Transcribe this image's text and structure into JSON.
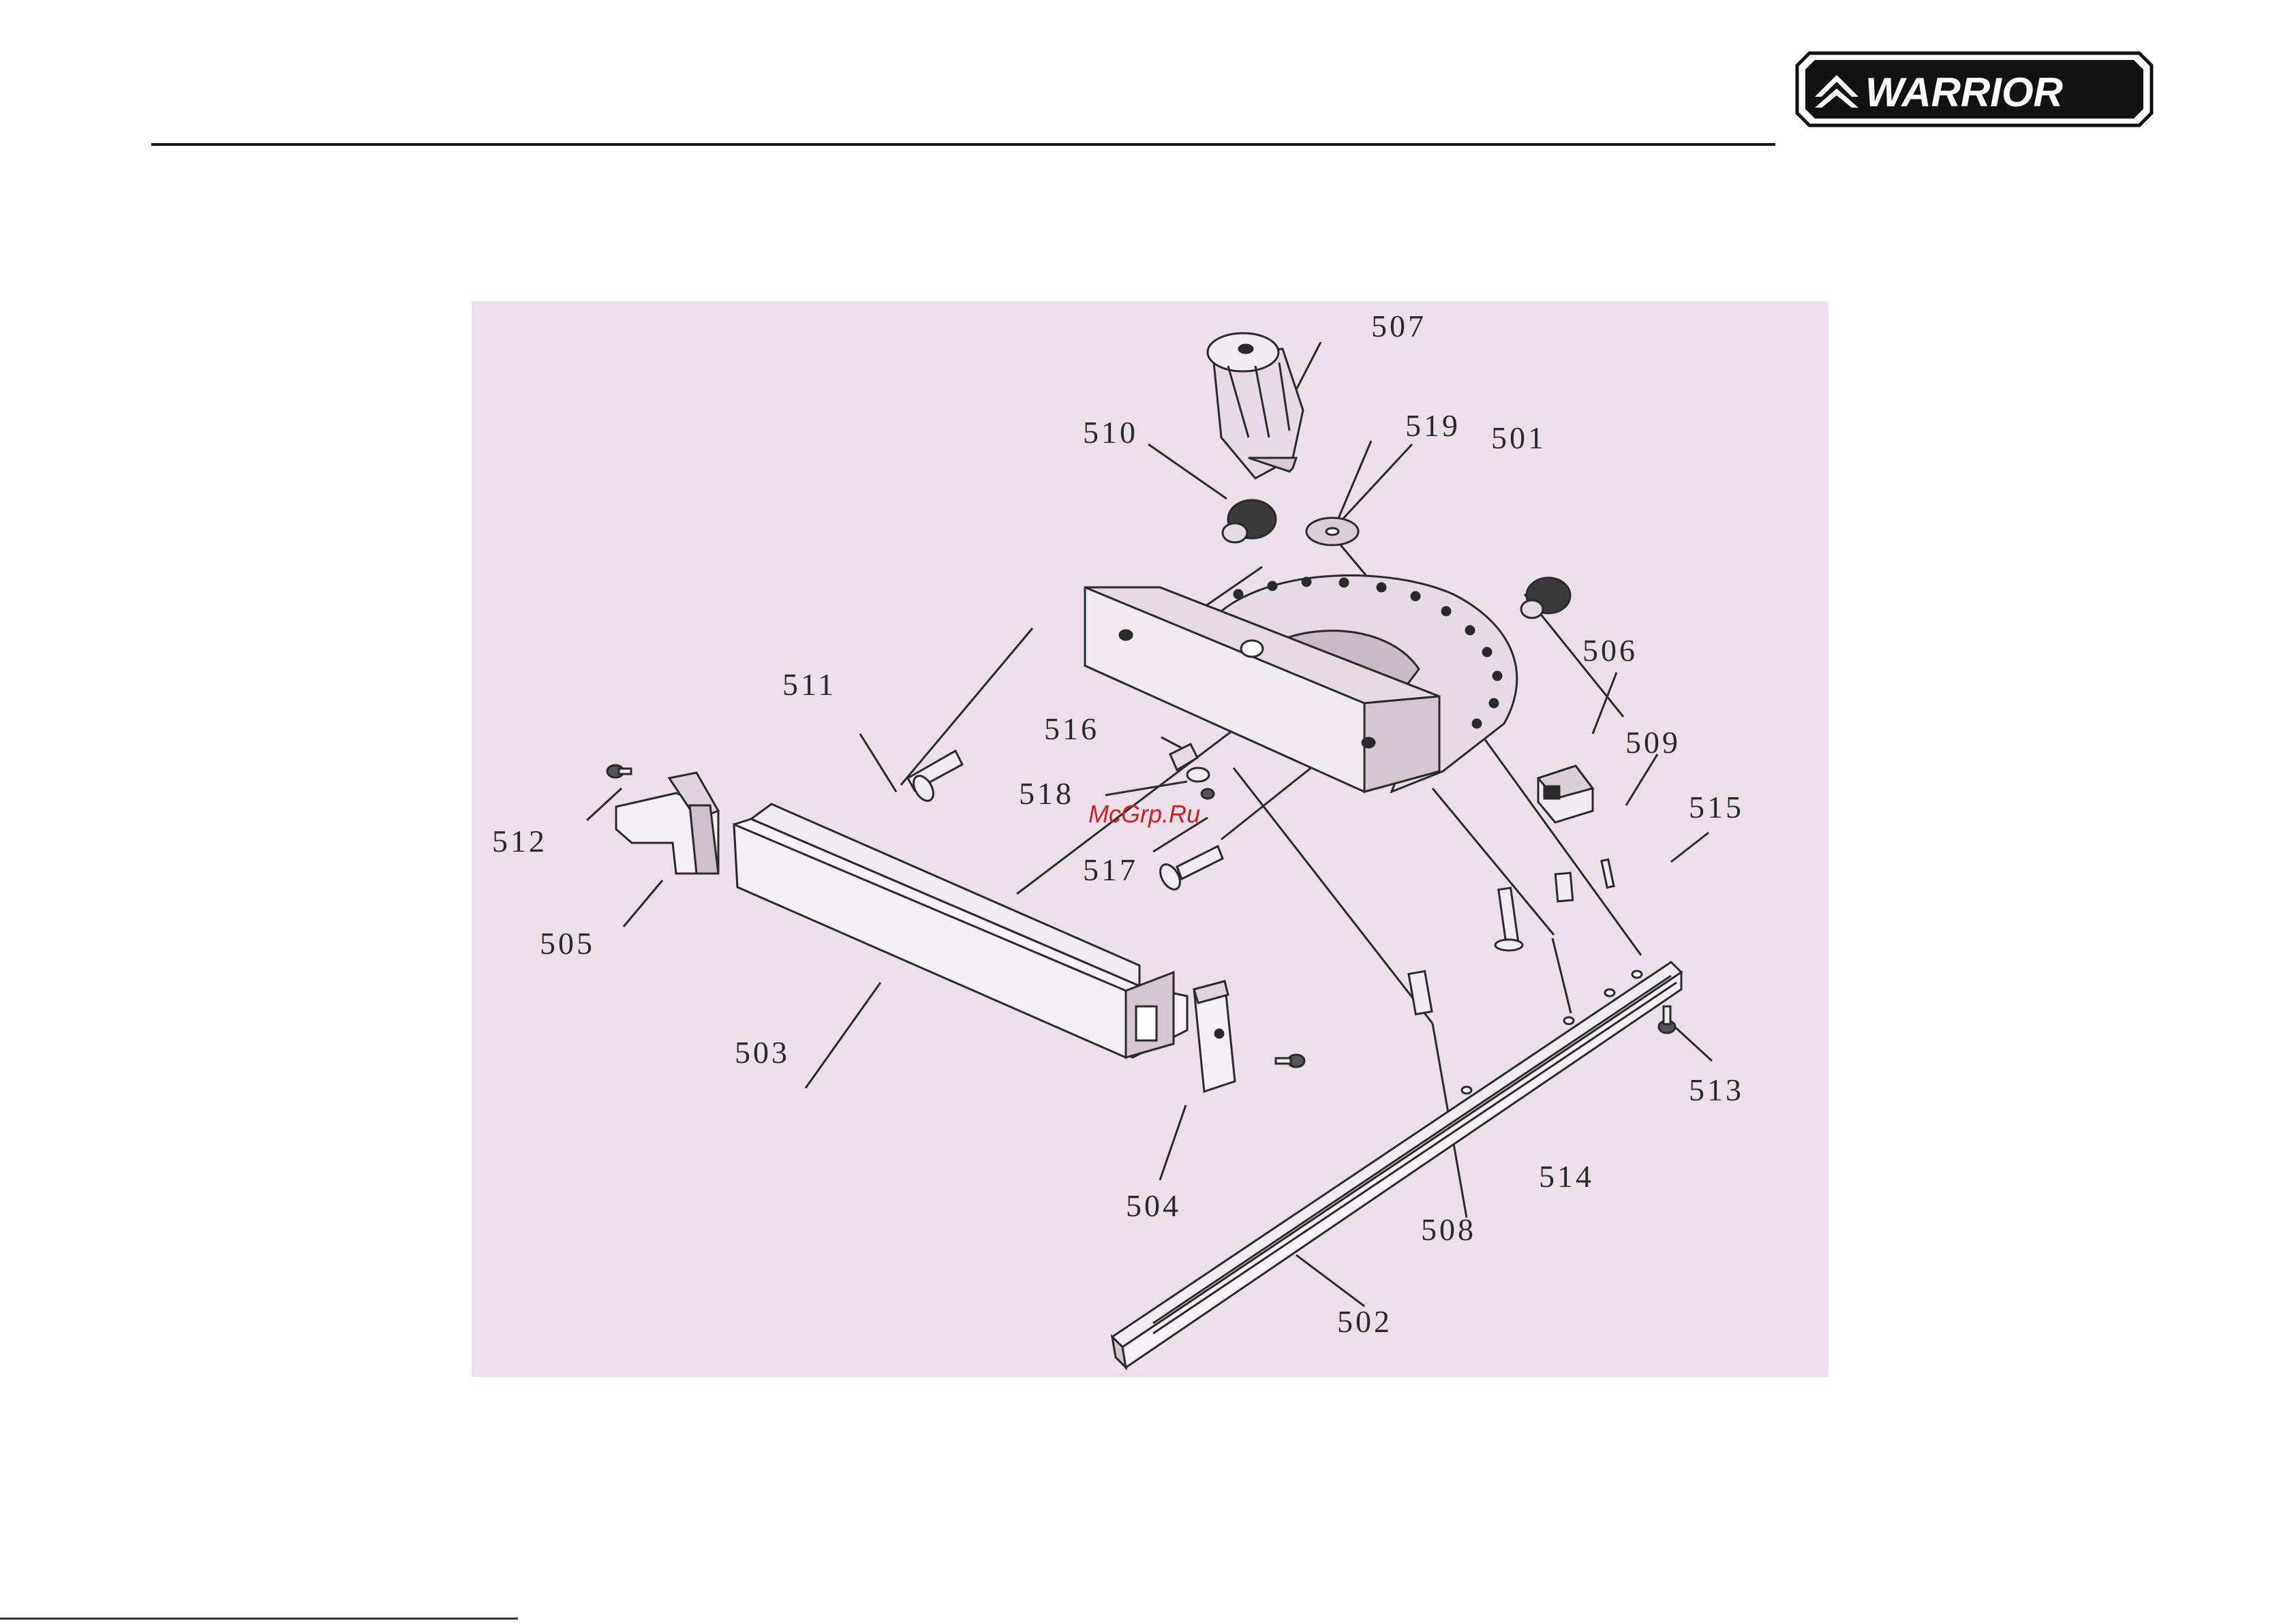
{
  "header": {
    "logo_text": "WARRIOR"
  },
  "figure": {
    "watermark": "McGrp.Ru",
    "callouts": {
      "c501": "501",
      "c502": "502",
      "c503": "503",
      "c504": "504",
      "c505": "505",
      "c506": "506",
      "c507": "507",
      "c508": "508",
      "c509": "509",
      "c510": "510",
      "c511": "511",
      "c512": "512",
      "c513": "513",
      "c514": "514",
      "c515": "515",
      "c516": "516",
      "c517": "517",
      "c518": "518",
      "c519": "519"
    }
  },
  "colors": {
    "figure_background": "#ecdfeb",
    "line": "#2a2a2a",
    "watermark": "#d02020",
    "logo": "#111111"
  }
}
